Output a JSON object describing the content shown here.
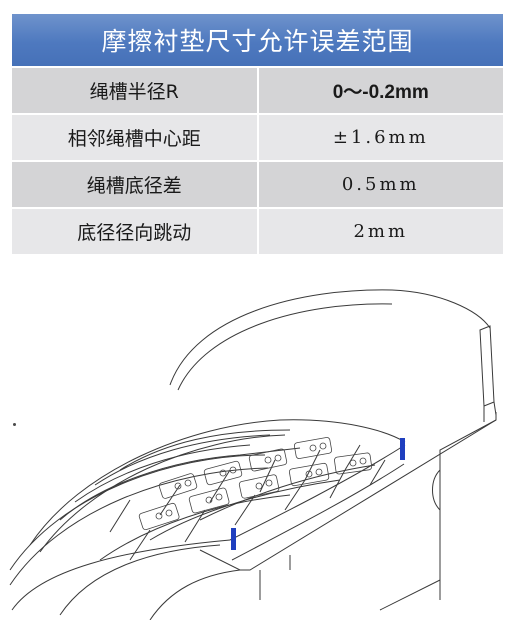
{
  "table": {
    "title": "摩擦衬垫尺寸允许误差范围",
    "rows": [
      {
        "label": "绳槽半径R",
        "value": "0～-0.2mm"
      },
      {
        "label": "相邻绳槽中心距",
        "value": "±1.6mm"
      },
      {
        "label": "绳槽底径差",
        "value": "0.5mm"
      },
      {
        "label": "底径径向跳动",
        "value": "2mm"
      }
    ]
  },
  "colors": {
    "header_bg": "#4e79bf",
    "row_dark": "#d4d4d6",
    "row_light": "#e7e7e9",
    "marker_blue": "#1f3fbf"
  }
}
